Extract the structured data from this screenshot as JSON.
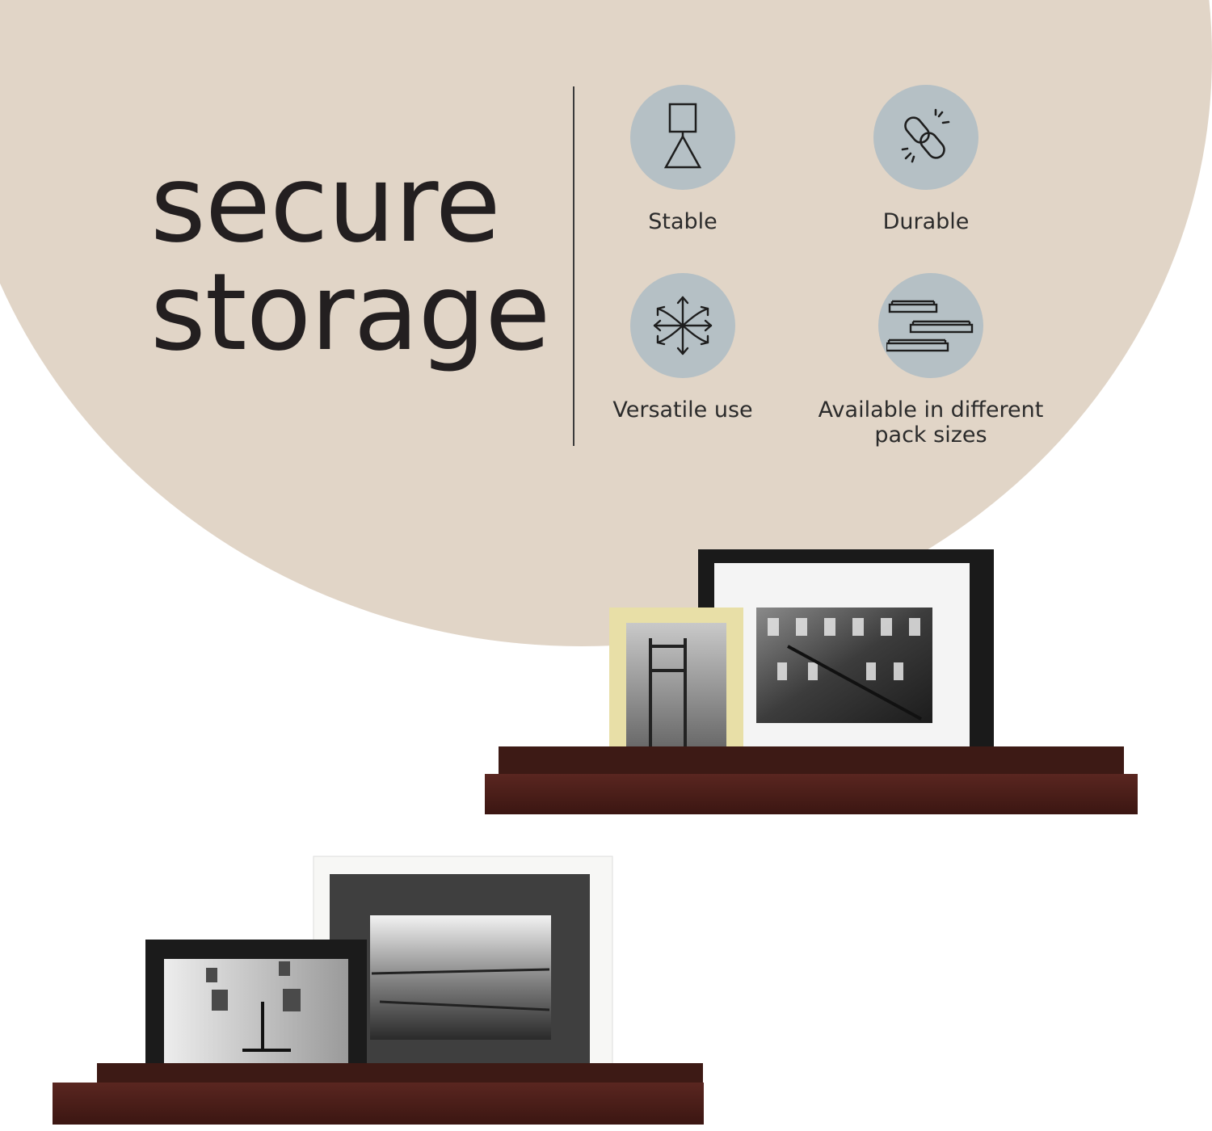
{
  "headline": {
    "line1": "secure",
    "line2": "storage"
  },
  "features": [
    {
      "icon": "stability-icon",
      "label": "Stable"
    },
    {
      "icon": "chain-link-icon",
      "label": "Durable"
    },
    {
      "icon": "multi-direction-arrows-icon",
      "label": "Versatile use"
    },
    {
      "icon": "stacked-shelves-icon",
      "label": "Available in different pack sizes"
    }
  ],
  "colors": {
    "background": "#ffffff",
    "accent_shape": "#e1d5c7",
    "icon_circle": "#b5c0c5",
    "text": "#231f20",
    "shelf": "#4a1f1a"
  }
}
